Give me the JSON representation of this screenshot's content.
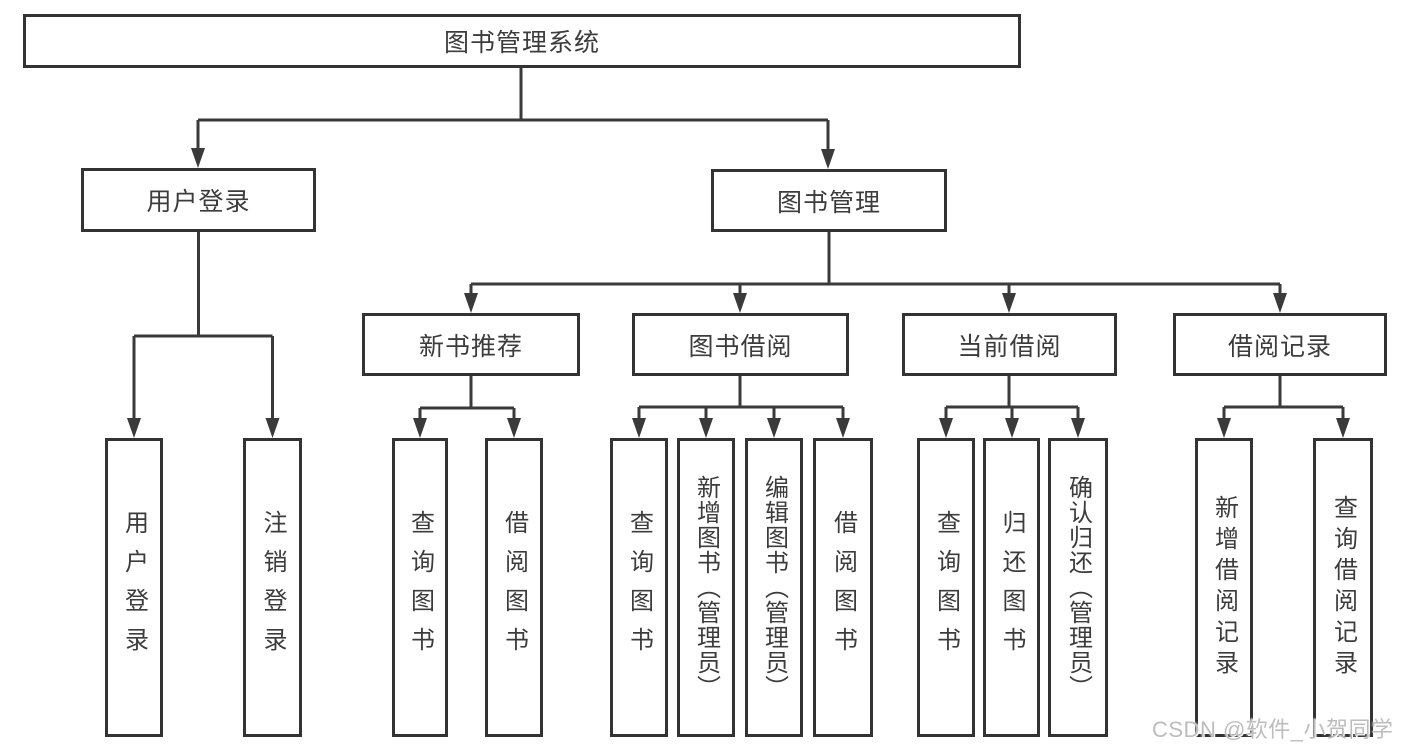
{
  "diagram": {
    "title": "图书管理系统",
    "watermark": "CSDN @软件_小贺同学",
    "colors": {
      "line": "#3a3a3a",
      "border": "#333333",
      "text": "#3c3c3c",
      "background": "#ffffff",
      "watermark": "#bdbdbd"
    },
    "nodes": [
      {
        "id": "root",
        "label": "图书管理系统",
        "orient": "h",
        "parent": null
      },
      {
        "id": "user-login",
        "label": "用户登录",
        "orient": "h",
        "parent": "root"
      },
      {
        "id": "book-mgmt",
        "label": "图书管理",
        "orient": "h",
        "parent": "root"
      },
      {
        "id": "new-books",
        "label": "新书推荐",
        "orient": "h",
        "parent": "book-mgmt"
      },
      {
        "id": "book-borrow",
        "label": "图书借阅",
        "orient": "h",
        "parent": "book-mgmt"
      },
      {
        "id": "current-borrow",
        "label": "当前借阅",
        "orient": "h",
        "parent": "book-mgmt"
      },
      {
        "id": "borrow-records",
        "label": "借阅记录",
        "orient": "h",
        "parent": "book-mgmt"
      },
      {
        "id": "leaf-user-login",
        "label": "用户登录",
        "orient": "v",
        "parent": "user-login"
      },
      {
        "id": "leaf-logout",
        "label": "注销登录",
        "orient": "v",
        "parent": "user-login"
      },
      {
        "id": "leaf-nb-query",
        "label": "查询图书",
        "orient": "v",
        "parent": "new-books"
      },
      {
        "id": "leaf-nb-borrow",
        "label": "借阅图书",
        "orient": "v",
        "parent": "new-books"
      },
      {
        "id": "leaf-bb-query",
        "label": "查询图书",
        "orient": "v",
        "parent": "book-borrow"
      },
      {
        "id": "leaf-bb-add",
        "label": "新增图书（管理员）",
        "orient": "v",
        "parent": "book-borrow"
      },
      {
        "id": "leaf-bb-edit",
        "label": "编辑图书（管理员）",
        "orient": "v",
        "parent": "book-borrow"
      },
      {
        "id": "leaf-bb-borrow",
        "label": "借阅图书",
        "orient": "v",
        "parent": "book-borrow"
      },
      {
        "id": "leaf-cb-query",
        "label": "查询图书",
        "orient": "v",
        "parent": "current-borrow"
      },
      {
        "id": "leaf-cb-return",
        "label": "归还图书",
        "orient": "v",
        "parent": "current-borrow"
      },
      {
        "id": "leaf-cb-confirm",
        "label": "确认归还（管理员）",
        "orient": "v",
        "parent": "current-borrow"
      },
      {
        "id": "leaf-br-add",
        "label": "新增借阅记录",
        "orient": "v",
        "parent": "borrow-records"
      },
      {
        "id": "leaf-br-query",
        "label": "查询借阅记录",
        "orient": "v",
        "parent": "borrow-records"
      }
    ]
  }
}
